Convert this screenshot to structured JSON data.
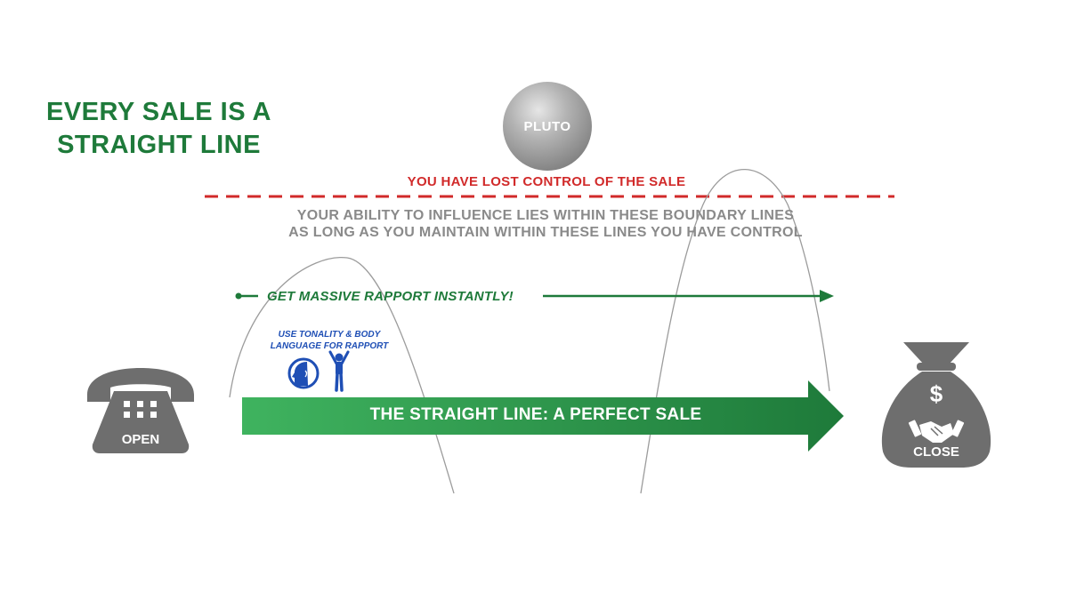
{
  "title": {
    "line1": "EVERY SALE IS A",
    "line2": "STRAIGHT LINE"
  },
  "pluto_label": "PLUTO",
  "lost_control": "YOU HAVE LOST CONTROL OF THE SALE",
  "boundary": {
    "line1": "YOUR ABILITY TO INFLUENCE LIES WITHIN THESE BOUNDARY LINES",
    "line2": "AS LONG AS YOU MAINTAIN WITHIN THESE LINES YOU HAVE CONTROL"
  },
  "rapport": "GET MASSIVE RAPPORT INSTANTLY!",
  "tonality": {
    "line1": "USE TONALITY & BODY",
    "line2": "LANGUAGE FOR RAPPORT"
  },
  "straight_line": "THE STRAIGHT LINE: A PERFECT SALE",
  "open_label": "OPEN",
  "close_label": "CLOSE",
  "dollar_sign": "$",
  "icons": [
    "telephone-icon",
    "money-bag-icon",
    "handshake-icon",
    "speaking-head-icon",
    "person-arms-up-icon"
  ],
  "colors": {
    "green": "#1e7a3a",
    "red": "#d12a2a",
    "gray": "#8a8a8a",
    "blue": "#1f4fb5",
    "icon_gray": "#6e6e6e"
  }
}
